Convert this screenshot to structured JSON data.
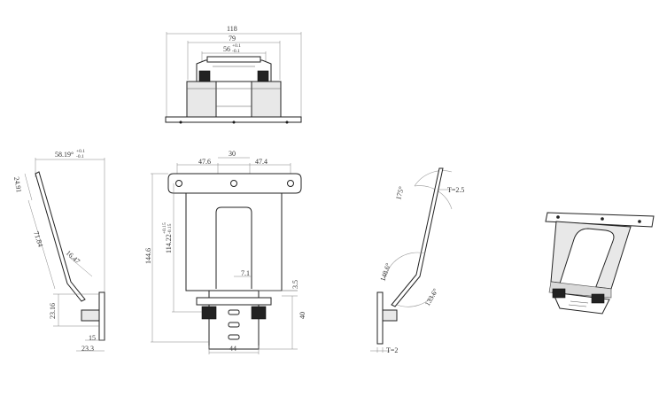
{
  "top_view": {
    "dim_118": "118",
    "dim_79": "79",
    "dim_56": "56",
    "dim_56_tol_plus": "+0.1",
    "dim_56_tol_minus": "-0.1"
  },
  "side_view": {
    "dim_58": "58.19°",
    "dim_58_tol_plus": "+0.1",
    "dim_58_tol_minus": "-0.1",
    "dim_24": "24.91",
    "dim_71": "71.84",
    "dim_16": "16.47",
    "dim_23_16": "23.16",
    "dim_15": "15",
    "dim_23_3": "23.3"
  },
  "front_view": {
    "dim_47_6": "47.6",
    "dim_30": "30",
    "dim_47_4": "47.4",
    "dim_144": "144.6",
    "dim_114": "114.22",
    "dim_114_tol_plus": "+0.15",
    "dim_114_tol_minus": "-0.15",
    "dim_7_1": "7.1",
    "dim_3_5": "3.5",
    "dim_40": "40",
    "dim_44": "44"
  },
  "bend_view": {
    "angle_175": "175°",
    "thickness_top": "T=2.5",
    "angle_148": "148.6°",
    "angle_133": "133.6°",
    "thickness_bottom": "T=2"
  }
}
